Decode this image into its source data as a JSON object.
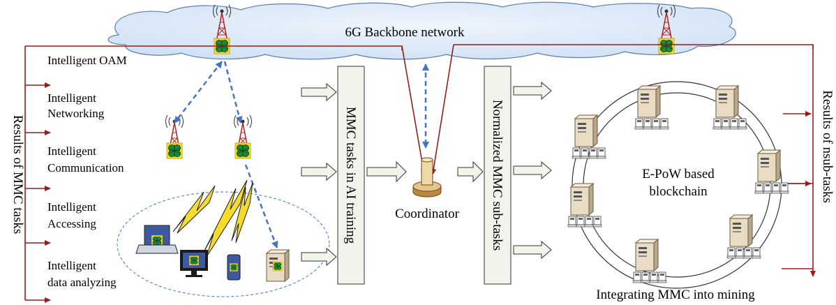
{
  "diagram": {
    "backbone_label": "6G Backbone network",
    "left_side_label": "Results of MMC tasks",
    "right_side_label": "Results of nsub-tasks",
    "task_lines": [
      {
        "line1": "Intelligent OAM",
        "line2": ""
      },
      {
        "line1": "Intelligent",
        "line2": "Networking"
      },
      {
        "line1": "Intelligent",
        "line2": "Communication"
      },
      {
        "line1": "Intelligent",
        "line2": "Accessing"
      },
      {
        "line1": "Intelligent",
        "line2": "data analyzing"
      }
    ],
    "ai_training_box": "MMC tasks in AI training",
    "coordinator_label": "Coordinator",
    "normalized_box": "Normalized MMC sub-tasks",
    "blockchain_line1": "E-PoW based",
    "blockchain_line2": "blockchain",
    "mining_caption": "Integrating MMC into mining",
    "colors": {
      "arrow_red": "#9b1b1b",
      "dashed_blue": "#4472c4",
      "cloud_fill": "#dce9f7",
      "cloud_stroke": "#5b7fae",
      "box_fill": "#f1f4ea",
      "chip_green": "#1f8a3a",
      "chip_yellow": "#f6dc2a"
    }
  }
}
